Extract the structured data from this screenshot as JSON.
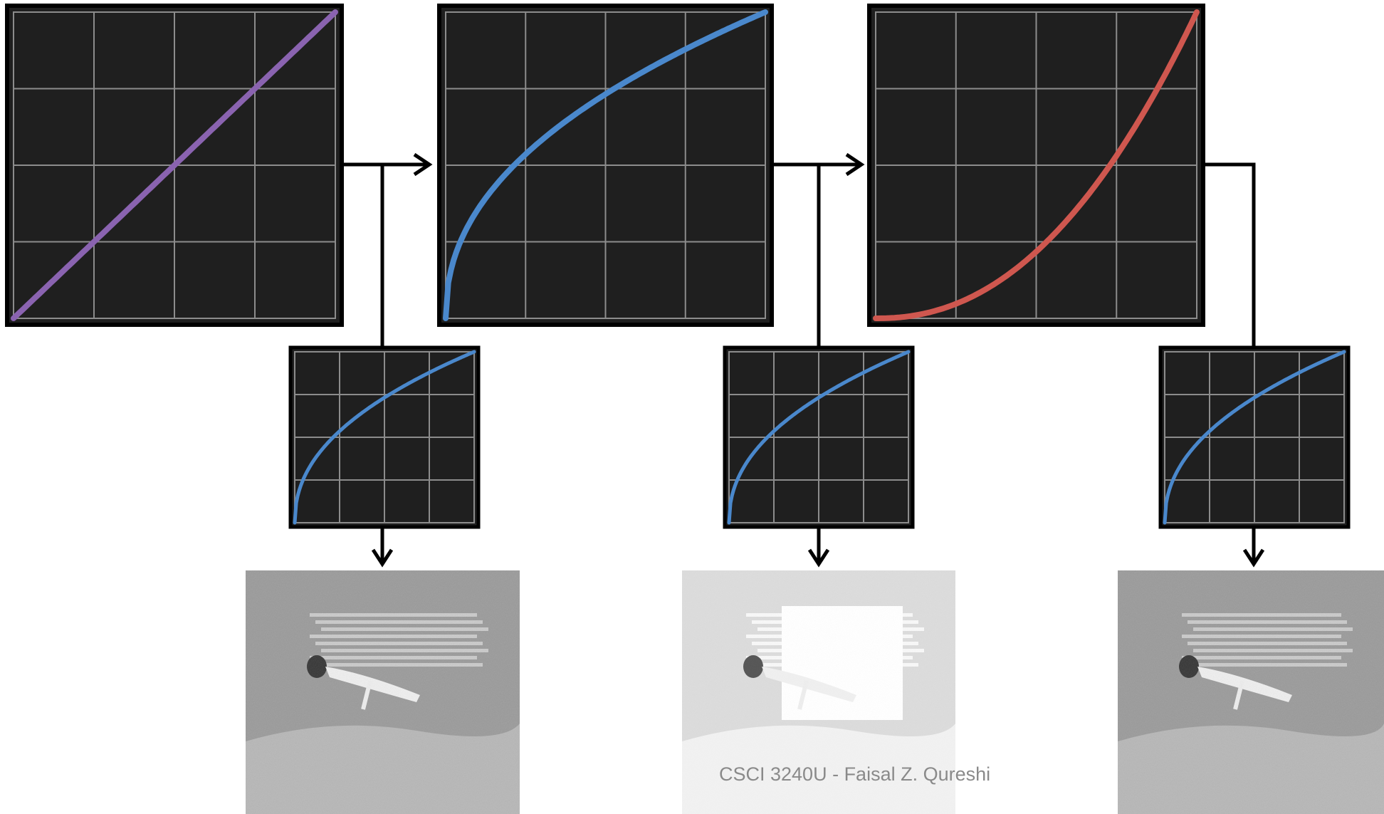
{
  "footer": {
    "text": "CSCI 3240U - Faisal Z. Qureshi"
  },
  "colors": {
    "plot_background": "#1f1f1f",
    "grid": "#8c8c8c",
    "frame": "#000000",
    "connector": "#000000",
    "identity_curve": "#8a63b0",
    "gamma_curve": "#4a88cc",
    "inverse_curve": "#cf574f"
  },
  "chart_data": [
    {
      "type": "line",
      "series": [
        {
          "curve": "identity",
          "gamma": 1.0,
          "color": "#8a63b0"
        }
      ],
      "xlim": [
        0,
        1
      ],
      "ylim": [
        0,
        1
      ],
      "grid": true
    },
    {
      "type": "line",
      "series": [
        {
          "curve": "gamma",
          "gamma": 0.45,
          "color": "#4a88cc"
        }
      ],
      "xlim": [
        0,
        1
      ],
      "ylim": [
        0,
        1
      ],
      "grid": true
    },
    {
      "type": "line",
      "series": [
        {
          "curve": "inverse gamma",
          "gamma": 2.2,
          "color": "#cf574f"
        }
      ],
      "xlim": [
        0,
        1
      ],
      "ylim": [
        0,
        1
      ],
      "grid": true
    },
    {
      "type": "line",
      "series": [
        {
          "curve": "display gamma",
          "gamma": 0.45,
          "color": "#4a88cc"
        }
      ],
      "xlim": [
        0,
        1
      ],
      "ylim": [
        0,
        1
      ],
      "grid": true
    },
    {
      "type": "line",
      "series": [
        {
          "curve": "display gamma",
          "gamma": 0.45,
          "color": "#4a88cc"
        }
      ],
      "xlim": [
        0,
        1
      ],
      "ylim": [
        0,
        1
      ],
      "grid": true
    },
    {
      "type": "line",
      "series": [
        {
          "curve": "display gamma",
          "gamma": 0.45,
          "color": "#4a88cc"
        }
      ],
      "xlim": [
        0,
        1
      ],
      "ylim": [
        0,
        1
      ],
      "grid": true
    }
  ],
  "photos": [
    {
      "subject": "underwater floating woman",
      "tone": "normal"
    },
    {
      "subject": "underwater floating woman",
      "tone": "washed-out"
    },
    {
      "subject": "underwater floating woman",
      "tone": "normal"
    }
  ]
}
